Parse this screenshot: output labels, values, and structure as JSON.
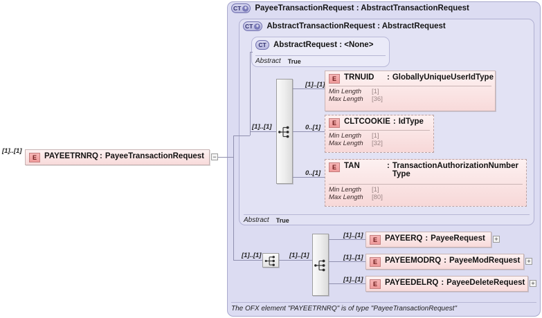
{
  "diagram": {
    "type": "xsd-schema-diagram",
    "root_element": {
      "icon": "element-icon",
      "name": "PAYEETRNRQ",
      "separator": ":",
      "type": "PayeeTransactionRequest",
      "cardinality": "[1]..[1]",
      "expander": "−"
    },
    "outer_type": {
      "icon": "complextype-expandable-icon",
      "badge": "CT",
      "badge_sign": "+",
      "label": "PayeeTransactionRequest : AbstractTransactionRequest"
    },
    "middle_type": {
      "icon": "complextype-expandable-icon",
      "badge": "CT",
      "badge_sign": "+",
      "label": "AbstractTransactionRequest : AbstractRequest",
      "abstract_key": "Abstract",
      "abstract_value": "True"
    },
    "inner_type": {
      "icon": "complextype-icon",
      "badge": "CT",
      "label": "AbstractRequest : <None>",
      "abstract_key": "Abstract",
      "abstract_value": "True"
    },
    "sequence_upper": {
      "icon": "sequence-compositor-icon",
      "cardinality": "[1]..[1]"
    },
    "sequence_lower_left": {
      "icon": "sequence-compositor-icon",
      "cardinality_in": "[1]..[1]",
      "cardinality_out": "[1]..[1]"
    },
    "sequence_lower_right": {
      "icon": "sequence-compositor-icon"
    },
    "upper_elements": [
      {
        "icon": "element-icon",
        "badge": "E",
        "name": "TRNUID",
        "separator": ":",
        "type": "GloballyUniqueUserIdType",
        "cardinality": "[1]..[1]",
        "optional": false,
        "wrapped": false,
        "facets": [
          {
            "key": "Min Length",
            "value": "[1]"
          },
          {
            "key": "Max Length",
            "value": "[36]"
          }
        ]
      },
      {
        "icon": "element-icon",
        "badge": "E",
        "name": "CLTCOOKIE",
        "separator": ":",
        "type": "IdType",
        "cardinality": "0..[1]",
        "optional": true,
        "wrapped": false,
        "facets": [
          {
            "key": "Min Length",
            "value": "[1]"
          },
          {
            "key": "Max Length",
            "value": "[32]"
          }
        ]
      },
      {
        "icon": "element-icon",
        "badge": "E",
        "name": "TAN",
        "separator": ":",
        "type": "TransactionAuthorizationNumberType",
        "cardinality": "0..[1]",
        "optional": true,
        "wrapped": true,
        "facets": [
          {
            "key": "Min Length",
            "value": "[1]"
          },
          {
            "key": "Max Length",
            "value": "[80]"
          }
        ]
      }
    ],
    "lower_elements": [
      {
        "icon": "element-icon",
        "badge": "E",
        "name": "PAYEERQ",
        "separator": ":",
        "type": "PayeeRequest",
        "cardinality": "[1]..[1]",
        "expander": "+"
      },
      {
        "icon": "element-icon",
        "badge": "E",
        "name": "PAYEEMODRQ",
        "separator": ":",
        "type": "PayeeModRequest",
        "cardinality": "[1]..[1]",
        "expander": "+"
      },
      {
        "icon": "element-icon",
        "badge": "E",
        "name": "PAYEEDELRQ",
        "separator": ":",
        "type": "PayeeDeleteRequest",
        "cardinality": "[1]..[1]",
        "expander": "+"
      }
    ],
    "footer_note": "The OFX element \"PAYEETRNRQ\" is of type \"PayeeTransactionRequest\"",
    "colors": {
      "panel_outer": "#dcdcf2",
      "panel_mid": "#e2e2f4",
      "panel_inner": "#eaeaf8",
      "element_fill": "#fbe7e7",
      "element_badge": "#f0a0a0",
      "connector": "#8f8fae",
      "page_background": "#ffffff"
    }
  }
}
